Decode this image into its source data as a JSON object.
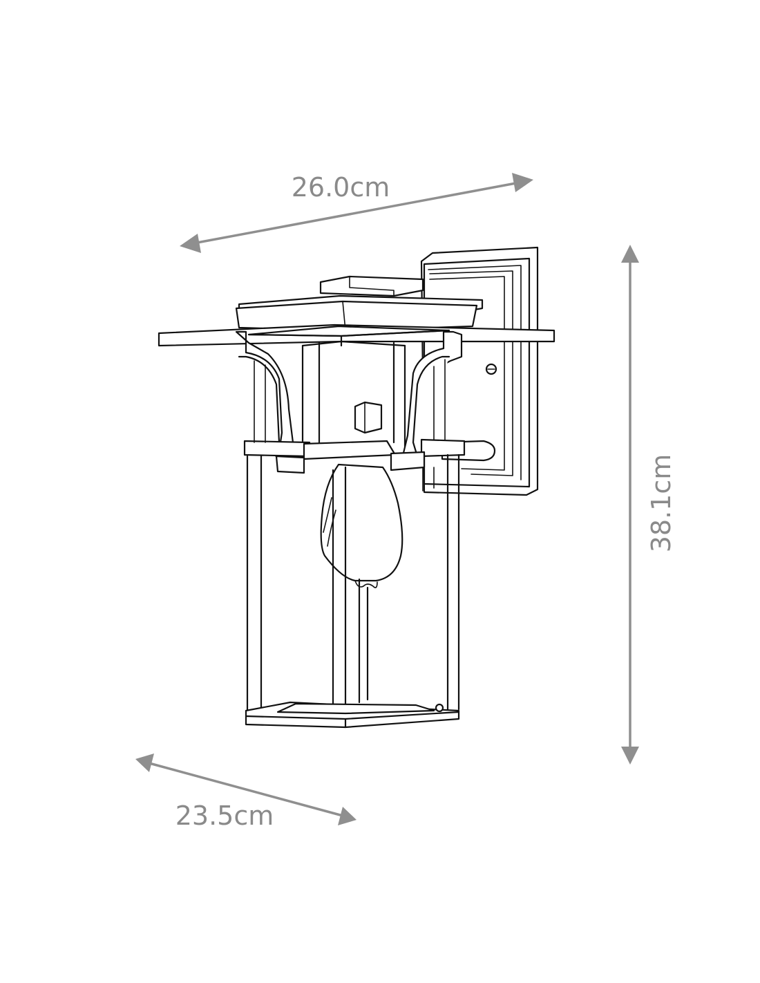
{
  "dimensions": {
    "width": "26.0cm",
    "depth": "23.5cm",
    "height": "38.1cm"
  },
  "colors": {
    "dimension": "#8f8f8f",
    "outline": "#111111",
    "background": "#ffffff"
  }
}
